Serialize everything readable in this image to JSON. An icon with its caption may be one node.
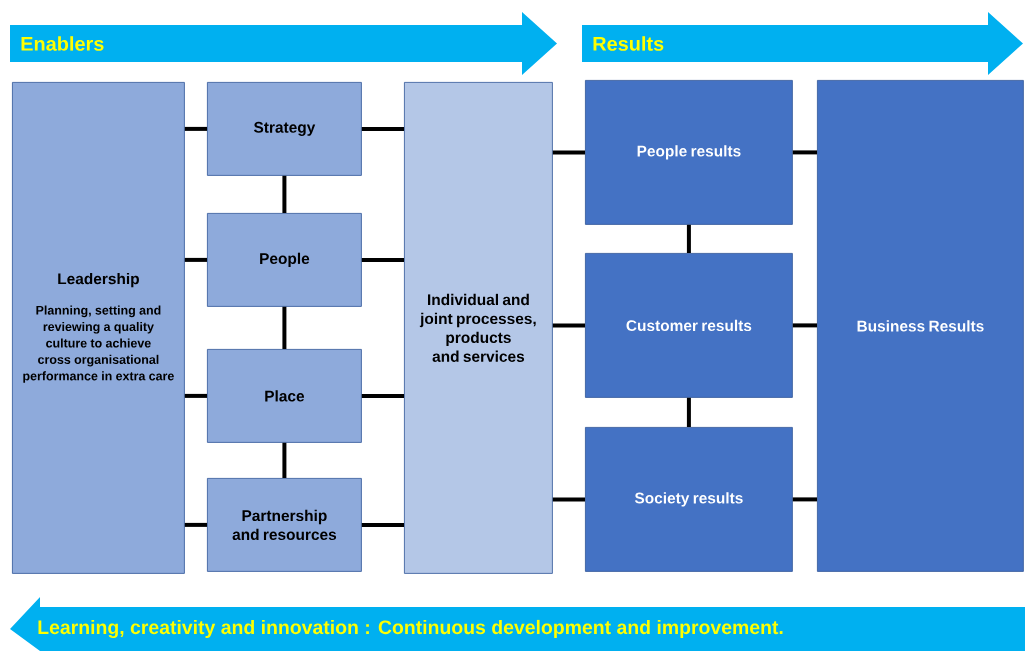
{
  "diagram": {
    "nodes": [
      {
        "text": [
          "Enablers"
        ]
      },
      {
        "text": [
          "Results"
        ]
      },
      {
        "text": [
          "Leadership",
          "Planning, setting and reviewing a quality culture to achieve cross organisational performance in extra care"
        ]
      },
      {
        "text": [
          "Strategy"
        ]
      },
      {
        "text": [
          "People"
        ]
      },
      {
        "text": [
          "Place"
        ]
      },
      {
        "text": [
          "Partnership and resources"
        ]
      },
      {
        "text": [
          "Individual and joint processes, products and services"
        ]
      },
      {
        "text": [
          "People results"
        ]
      },
      {
        "text": [
          "Customer results"
        ]
      },
      {
        "text": [
          "Society results"
        ]
      },
      {
        "text": [
          "Business Results"
        ]
      },
      {
        "text": [
          "Learning, creativity and innovation : Continuous development and improvement."
        ]
      }
    ],
    "edges": [
      {
        "from": 2,
        "to": 3,
        "arrow": "none"
      },
      {
        "from": 2,
        "to": 4,
        "arrow": "none"
      },
      {
        "from": 2,
        "to": 5,
        "arrow": "none"
      },
      {
        "from": 2,
        "to": 6,
        "arrow": "none"
      },
      {
        "from": 3,
        "to": 4,
        "arrow": "none"
      },
      {
        "from": 4,
        "to": 5,
        "arrow": "none"
      },
      {
        "from": 5,
        "to": 6,
        "arrow": "none"
      },
      {
        "from": 3,
        "to": 7,
        "arrow": "none"
      },
      {
        "from": 4,
        "to": 7,
        "arrow": "none"
      },
      {
        "from": 5,
        "to": 7,
        "arrow": "none"
      },
      {
        "from": 6,
        "to": 7,
        "arrow": "none"
      },
      {
        "from": 7,
        "to": 8,
        "arrow": "none"
      },
      {
        "from": 7,
        "to": 9,
        "arrow": "none"
      },
      {
        "from": 7,
        "to": 10,
        "arrow": "none"
      },
      {
        "from": 8,
        "to": 9,
        "arrow": "none"
      },
      {
        "from": 9,
        "to": 10,
        "arrow": "none"
      },
      {
        "from": 8,
        "to": 11,
        "arrow": "none"
      },
      {
        "from": 9,
        "to": 11,
        "arrow": "none"
      },
      {
        "from": 10,
        "to": 11,
        "arrow": "none"
      }
    ]
  }
}
